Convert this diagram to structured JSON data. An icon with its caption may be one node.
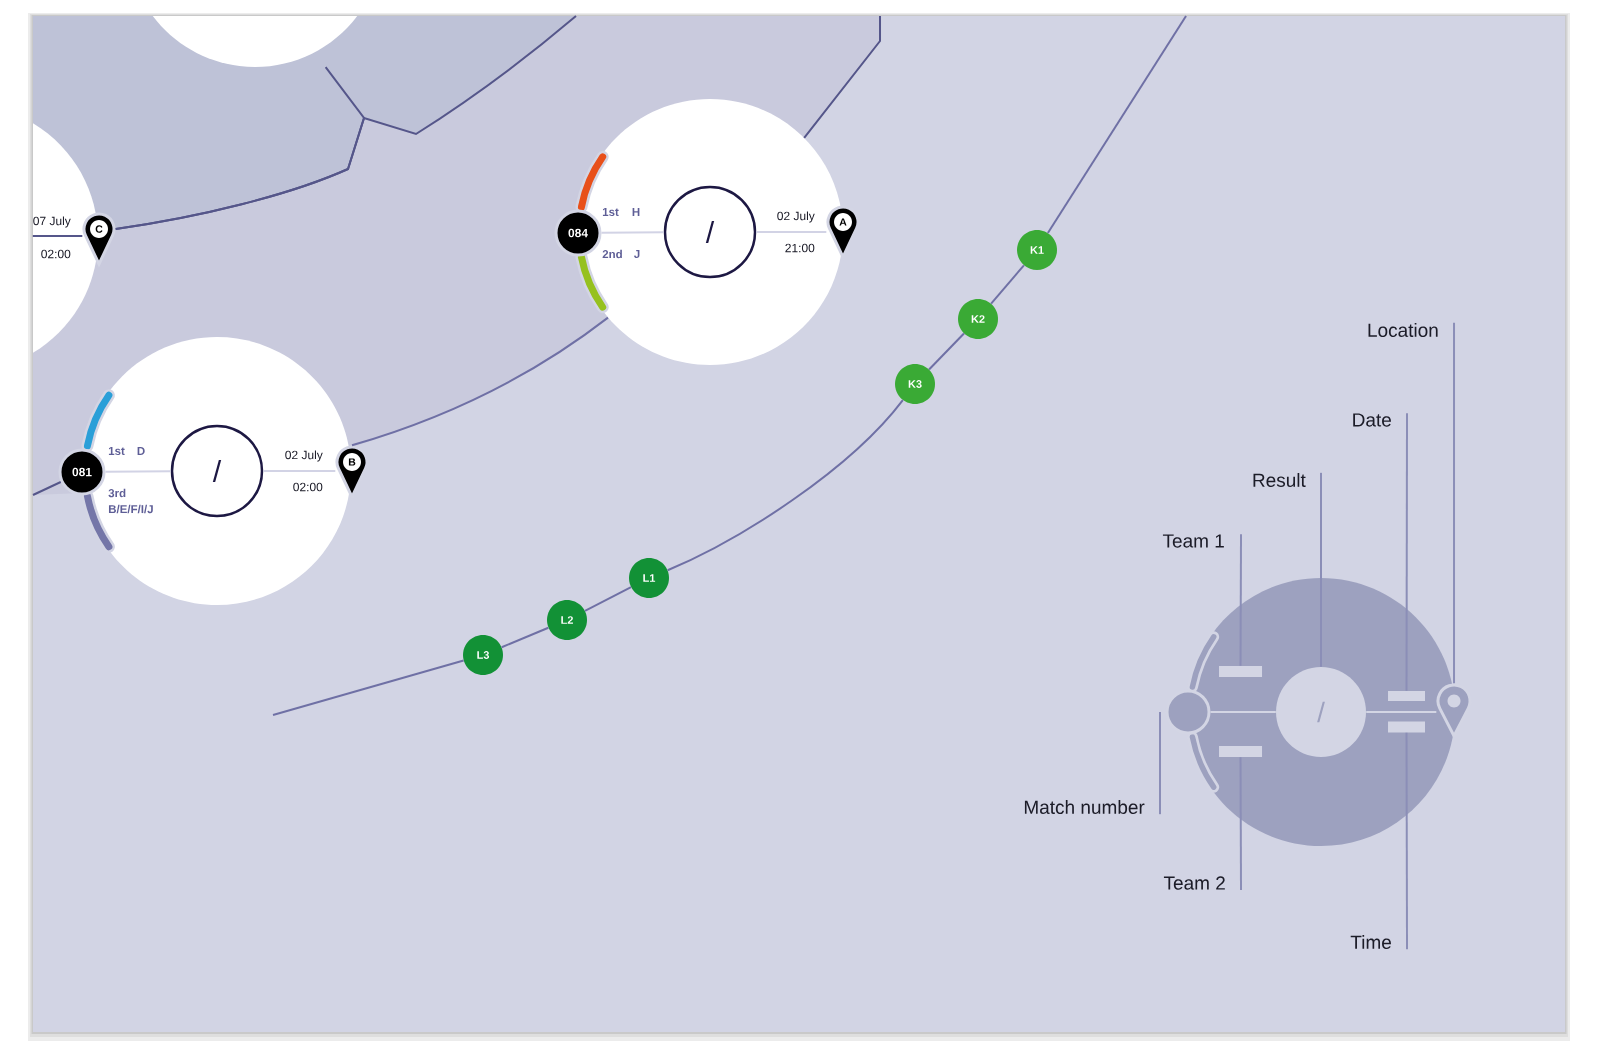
{
  "diagram": {
    "nodes": [
      {
        "text": [],
        "shape": "circle"
      },
      {
        "text": [
          "07 July",
          "02:00"
        ]
      },
      {
        "text": [
          "C"
        ]
      },
      {
        "text": [
          "1st",
          "H",
          "2nd",
          "J",
          "02 July",
          "21:00"
        ]
      },
      {
        "text": [
          "084"
        ]
      },
      {
        "text": [
          "/"
        ],
        "in": 3
      },
      {
        "text": [
          "A"
        ]
      },
      {
        "text": [
          "K1"
        ]
      },
      {
        "text": [
          "K2"
        ]
      },
      {
        "text": [
          "K3"
        ]
      },
      {
        "text": [
          "1st",
          "D",
          "3rd",
          "B/E/F/I/J",
          "02 July",
          "02:00"
        ]
      },
      {
        "text": [
          "081"
        ]
      },
      {
        "text": [
          "/"
        ],
        "in": 10
      },
      {
        "text": [
          "B"
        ]
      },
      {
        "text": [
          "L1"
        ]
      },
      {
        "text": [
          "L2"
        ]
      },
      {
        "text": [
          "L3"
        ]
      },
      {
        "text": [
          "Location"
        ]
      },
      {
        "text": [
          "Date"
        ]
      },
      {
        "text": [
          "Result"
        ]
      },
      {
        "text": [
          "Team 1"
        ]
      },
      {
        "text": [],
        "shape": "circle"
      },
      {
        "text": [],
        "shape": "circle"
      },
      {
        "text": [],
        "shape": "bar",
        "in": 21
      },
      {
        "text": [
          "/"
        ],
        "in": 21
      },
      {
        "text": [],
        "shape": "bar",
        "in": 21
      },
      {
        "text": [],
        "shape": "bar",
        "in": 21
      },
      {
        "text": [],
        "shape": "pin"
      },
      {
        "text": [],
        "shape": "bar",
        "in": 21
      },
      {
        "text": [
          "Match number"
        ]
      },
      {
        "text": [
          "Team 2"
        ]
      },
      {
        "text": [
          "Time"
        ]
      }
    ],
    "edges": [
      {
        "from": 1,
        "to": 2,
        "arrow": "none",
        "color": "#55568a"
      },
      {
        "from": 2,
        "to": 0,
        "arrow": "none",
        "color": "#55568a"
      },
      {
        "from": 2,
        "to": null,
        "arrow": "none",
        "color": "#55568a"
      },
      {
        "from": 4,
        "to": 5,
        "arrow": "none",
        "color": "#d2d3e5"
      },
      {
        "from": 5,
        "to": 6,
        "arrow": "none",
        "color": "#d2d3e5"
      },
      {
        "from": 3,
        "to": null,
        "arrow": "none",
        "color": "#55568a"
      },
      {
        "from": null,
        "to": 7,
        "arrow": "none"
      },
      {
        "from": 7,
        "to": 8,
        "arrow": "none"
      },
      {
        "from": 8,
        "to": 9,
        "arrow": "none"
      },
      {
        "from": 9,
        "to": 14,
        "arrow": "none"
      },
      {
        "from": 14,
        "to": 15,
        "arrow": "none"
      },
      {
        "from": 15,
        "to": 16,
        "arrow": "none"
      },
      {
        "from": 16,
        "to": null,
        "arrow": "none"
      },
      {
        "from": null,
        "to": 11,
        "arrow": "none",
        "color": "#55568a"
      },
      {
        "from": 11,
        "to": 12,
        "arrow": "none",
        "color": "#d2d3e5"
      },
      {
        "from": 12,
        "to": 13,
        "arrow": "none",
        "color": "#d2d3e5"
      },
      {
        "from": 13,
        "to": 3,
        "arrow": "none"
      },
      {
        "from": 17,
        "to": 27,
        "arrow": "none",
        "color": "#8b8eb7"
      },
      {
        "from": 18,
        "to": 25,
        "arrow": "none",
        "color": "#8b8eb7"
      },
      {
        "from": 19,
        "to": 24,
        "arrow": "none",
        "color": "#8b8eb7"
      },
      {
        "from": 20,
        "to": 23,
        "arrow": "none",
        "color": "#8b8eb7"
      },
      {
        "from": 29,
        "to": 22,
        "arrow": "none",
        "color": "#8b8eb7"
      },
      {
        "from": 30,
        "to": 28,
        "arrow": "none",
        "color": "#8b8eb7"
      },
      {
        "from": 31,
        "to": 26,
        "arrow": "none",
        "color": "#8b8eb7"
      },
      {
        "from": 22,
        "to": 24,
        "arrow": "none",
        "color": "#d3d5e4"
      },
      {
        "from": 24,
        "to": 27,
        "arrow": "none",
        "color": "#d3d5e4"
      }
    ]
  }
}
